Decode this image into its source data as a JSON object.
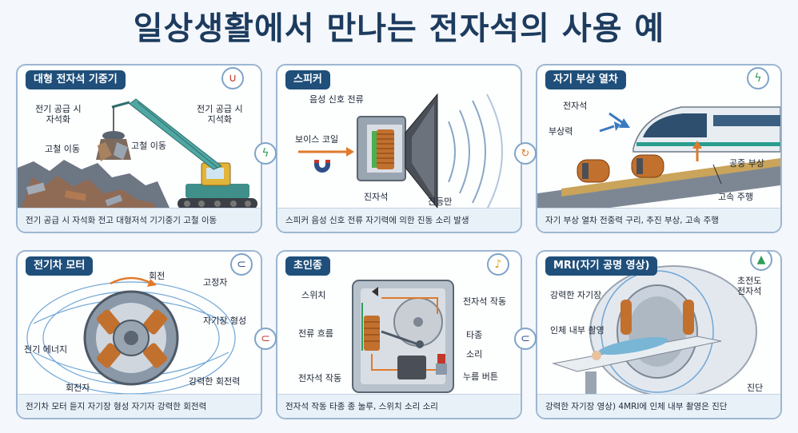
{
  "title": "일상생활에서 만나는 전자석의 사용 예",
  "panels": {
    "crane": {
      "title": "대형 전자석 기중기",
      "labels": {
        "l1": "전기 공급 시\n자석화",
        "l2": "전기 공급 시\n지석화",
        "l3": "고철 이동",
        "l4": "고철 이동"
      },
      "caption": "전기 공급 시 자석화 전고 대형저석 기기중기 고철 이동"
    },
    "speaker": {
      "title": "스피커",
      "labels": {
        "signal": "음성 신호 전류",
        "coil": "보이스 코일",
        "magnet": "진자석",
        "cone": "진등만"
      },
      "caption": "스피커 음성 신호 전류 자기력에 의한 진동 소리 발생"
    },
    "maglev": {
      "title": "자기 부상 열차",
      "labels": {
        "electromagnet": "전자석",
        "lift": "부상력",
        "float": "공중 부상",
        "speed": "고속 주행"
      },
      "caption": "자기 부상 열차 전중력 구리, 추진 부상, 고속 주행"
    },
    "motor": {
      "title": "전기차 모터",
      "labels": {
        "rotation": "회전",
        "stator": "고정자",
        "field": "자기장 형성",
        "energy": "전기 에너지",
        "rotor": "회전자",
        "force": "강력한 회전력"
      },
      "caption": "전기차 모터 듣지 자기장 형성 자기자 강력한 회전력"
    },
    "bell": {
      "title": "초인종",
      "labels": {
        "switch": "스위치",
        "operate1": "전자석 작동",
        "current": "전류 흐름",
        "strike": "타종",
        "sound": "소리",
        "operate2": "전자석 작동",
        "button": "누름 버튼"
      },
      "caption": "전자석 작동 타종 종 눌루, 스위치 소리 소리"
    },
    "mri": {
      "title": "MRI(자기 공명 영상)",
      "labels": {
        "strong": "강력한 자기장",
        "scan": "인체 내부 촬영",
        "super": "초전도\n전자석",
        "diag": "진단"
      },
      "caption": "강력한 자기장 영상) 4MRI에 인체 내부 촬영은 진단"
    }
  },
  "colors": {
    "panel_title_bg": "#1f4f7a",
    "panel_border": "#9db7d2",
    "copper": "#c2702e",
    "steel": "#8a98a8",
    "crane_arm": "#4fa7a3",
    "accent_orange": "#e07a2a"
  },
  "icons": [
    "magnet-icon",
    "lightning-icon",
    "bell-icon",
    "antenna-icon"
  ]
}
